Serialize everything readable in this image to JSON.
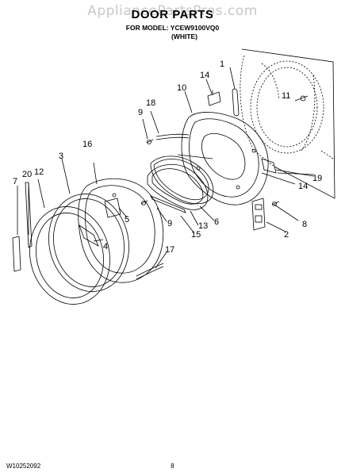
{
  "watermark": "AppliancePartsPros.com",
  "header": {
    "title": "DOOR PARTS",
    "model_line": "FOR MODEL: YCEW9100VQ0",
    "color_line": "(WHITE)"
  },
  "callouts": [
    "1",
    "14",
    "10",
    "18",
    "9",
    "11",
    "16",
    "3",
    "20",
    "7",
    "12",
    "5",
    "19",
    "14",
    "6",
    "13",
    "9",
    "15",
    "4",
    "8",
    "2",
    "17"
  ],
  "footer": {
    "doc_number": "W10252092",
    "page_number": "8"
  }
}
